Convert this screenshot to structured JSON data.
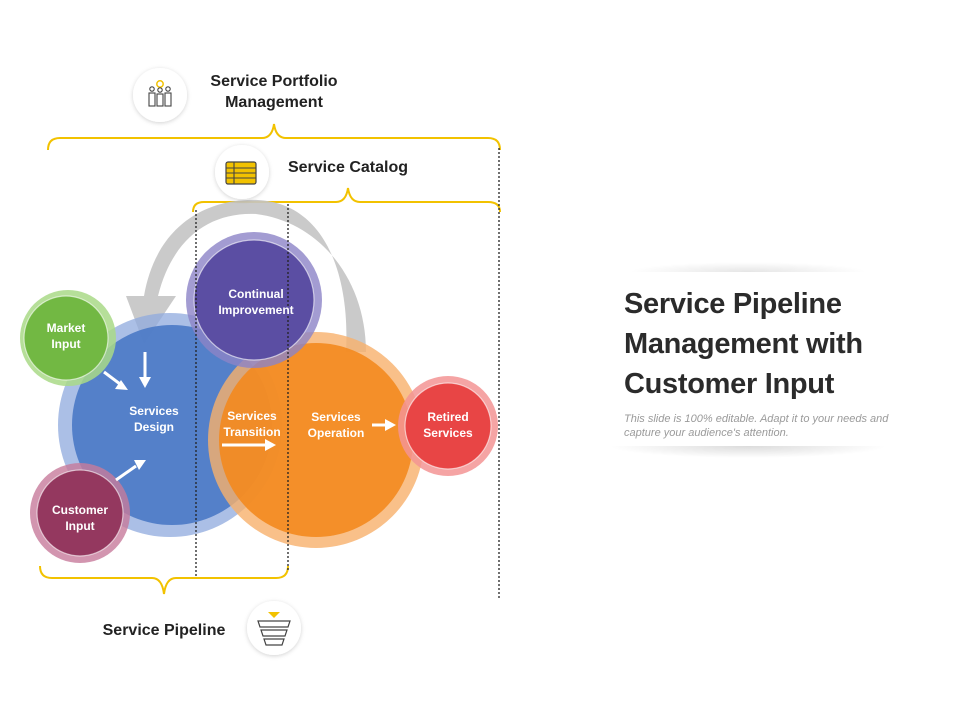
{
  "labels": {
    "portfolio": "Service Portfolio\nManagement",
    "catalog": "Service Catalog",
    "pipeline": "Service Pipeline"
  },
  "circles": {
    "market_input": "Market\nInput",
    "customer_input": "Customer\nInput",
    "services_design": "Services\nDesign",
    "continual_improvement": "Continual\nImprovement",
    "services_transition": "Services\nTransition",
    "services_operation": "Services\nOperation",
    "retired_services": "Retired\nServices"
  },
  "card": {
    "title": "Service Pipeline Management with Customer Input",
    "subtitle": "This slide is 100% editable. Adapt it to your needs and capture your audience's attention."
  },
  "colors": {
    "blue": "#4f7cc7",
    "purple": "#5b4ea3",
    "orange": "#f38a1f",
    "red": "#e84545",
    "green": "#72b843",
    "maroon": "#94385f",
    "bracket": "#f2c200",
    "arrow_gray": "#b9b9b9"
  },
  "icons": {
    "portfolio": "team-icon",
    "catalog": "catalog-list-icon",
    "pipeline": "funnel-icon"
  }
}
